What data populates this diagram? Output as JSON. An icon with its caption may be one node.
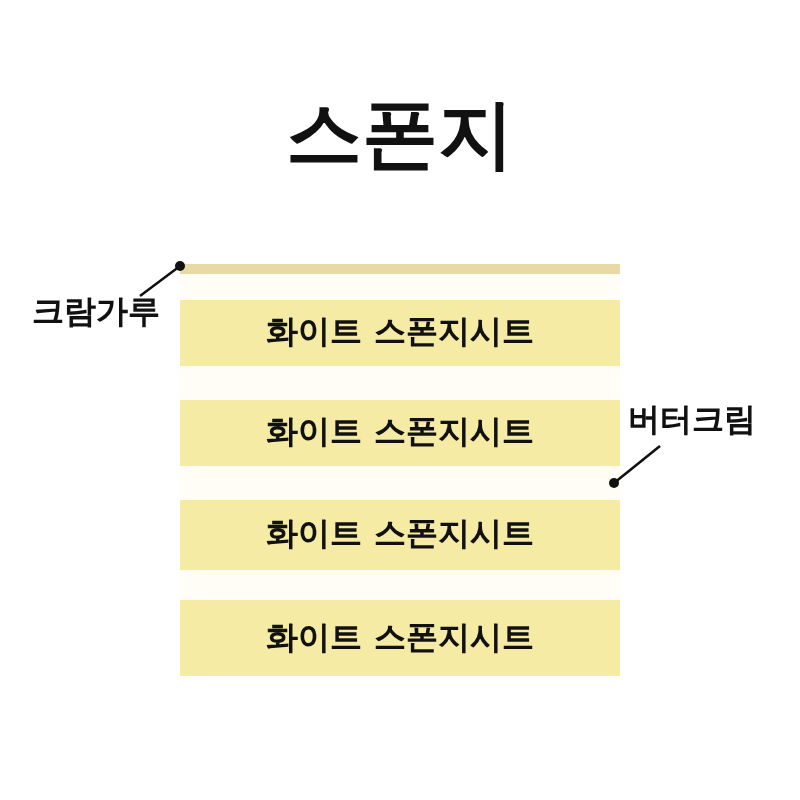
{
  "diagram": {
    "title": "스폰지",
    "nodes": [
      {
        "text": [
          "크람가루"
        ]
      },
      {
        "text": [],
        "shape": "bar"
      },
      {
        "text": [],
        "shape": "bar"
      },
      {
        "text": [
          "화이트 스폰지시트"
        ]
      },
      {
        "text": [],
        "shape": "bar"
      },
      {
        "text": [
          "화이트 스폰지시트"
        ]
      },
      {
        "text": [
          "버터크림"
        ]
      },
      {
        "text": [],
        "shape": "bar"
      },
      {
        "text": [
          "화이트 스폰지시트"
        ]
      },
      {
        "text": [],
        "shape": "bar"
      },
      {
        "text": [
          "화이트 스폰지시트"
        ]
      }
    ],
    "edges": [
      {
        "from": 0,
        "to": 1,
        "arrow": "other"
      },
      {
        "from": 6,
        "to": 7,
        "arrow": "other"
      }
    ]
  }
}
